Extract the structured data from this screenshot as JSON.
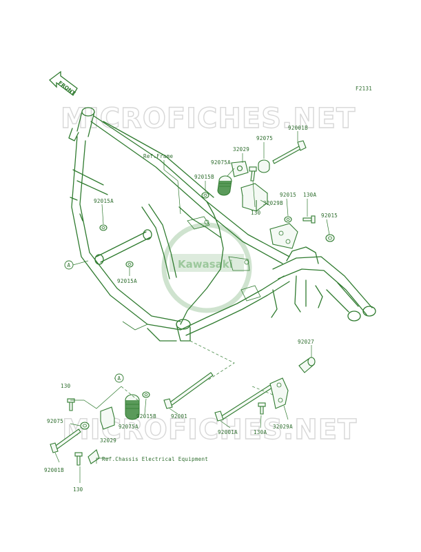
{
  "figure_code": "F2131",
  "front_label": "FRONT",
  "watermarks": [
    "MICROFICHES.NET",
    "MICROFICHES.NET"
  ],
  "logo_text": "Kawasaki",
  "refs": {
    "frame": "Ref.Frame",
    "chassis": "Ref.Chassis Electrical Equipment"
  },
  "callout_letter": "A",
  "part_labels": [
    "92001B",
    "92075",
    "32029",
    "92075A",
    "92015B",
    "130",
    "32029B",
    "92015",
    "130A",
    "92015",
    "92015A",
    "92015A",
    "92027",
    "130",
    "92015B",
    "92001",
    "92001A",
    "130A",
    "32029A",
    "92075",
    "32029",
    "92075A",
    "92001B",
    "130"
  ],
  "colors": {
    "ink": "#2e7a2e",
    "label": "#2b6b2b",
    "watermark": "#d7d7d7",
    "logo": "#cfe3cf"
  }
}
